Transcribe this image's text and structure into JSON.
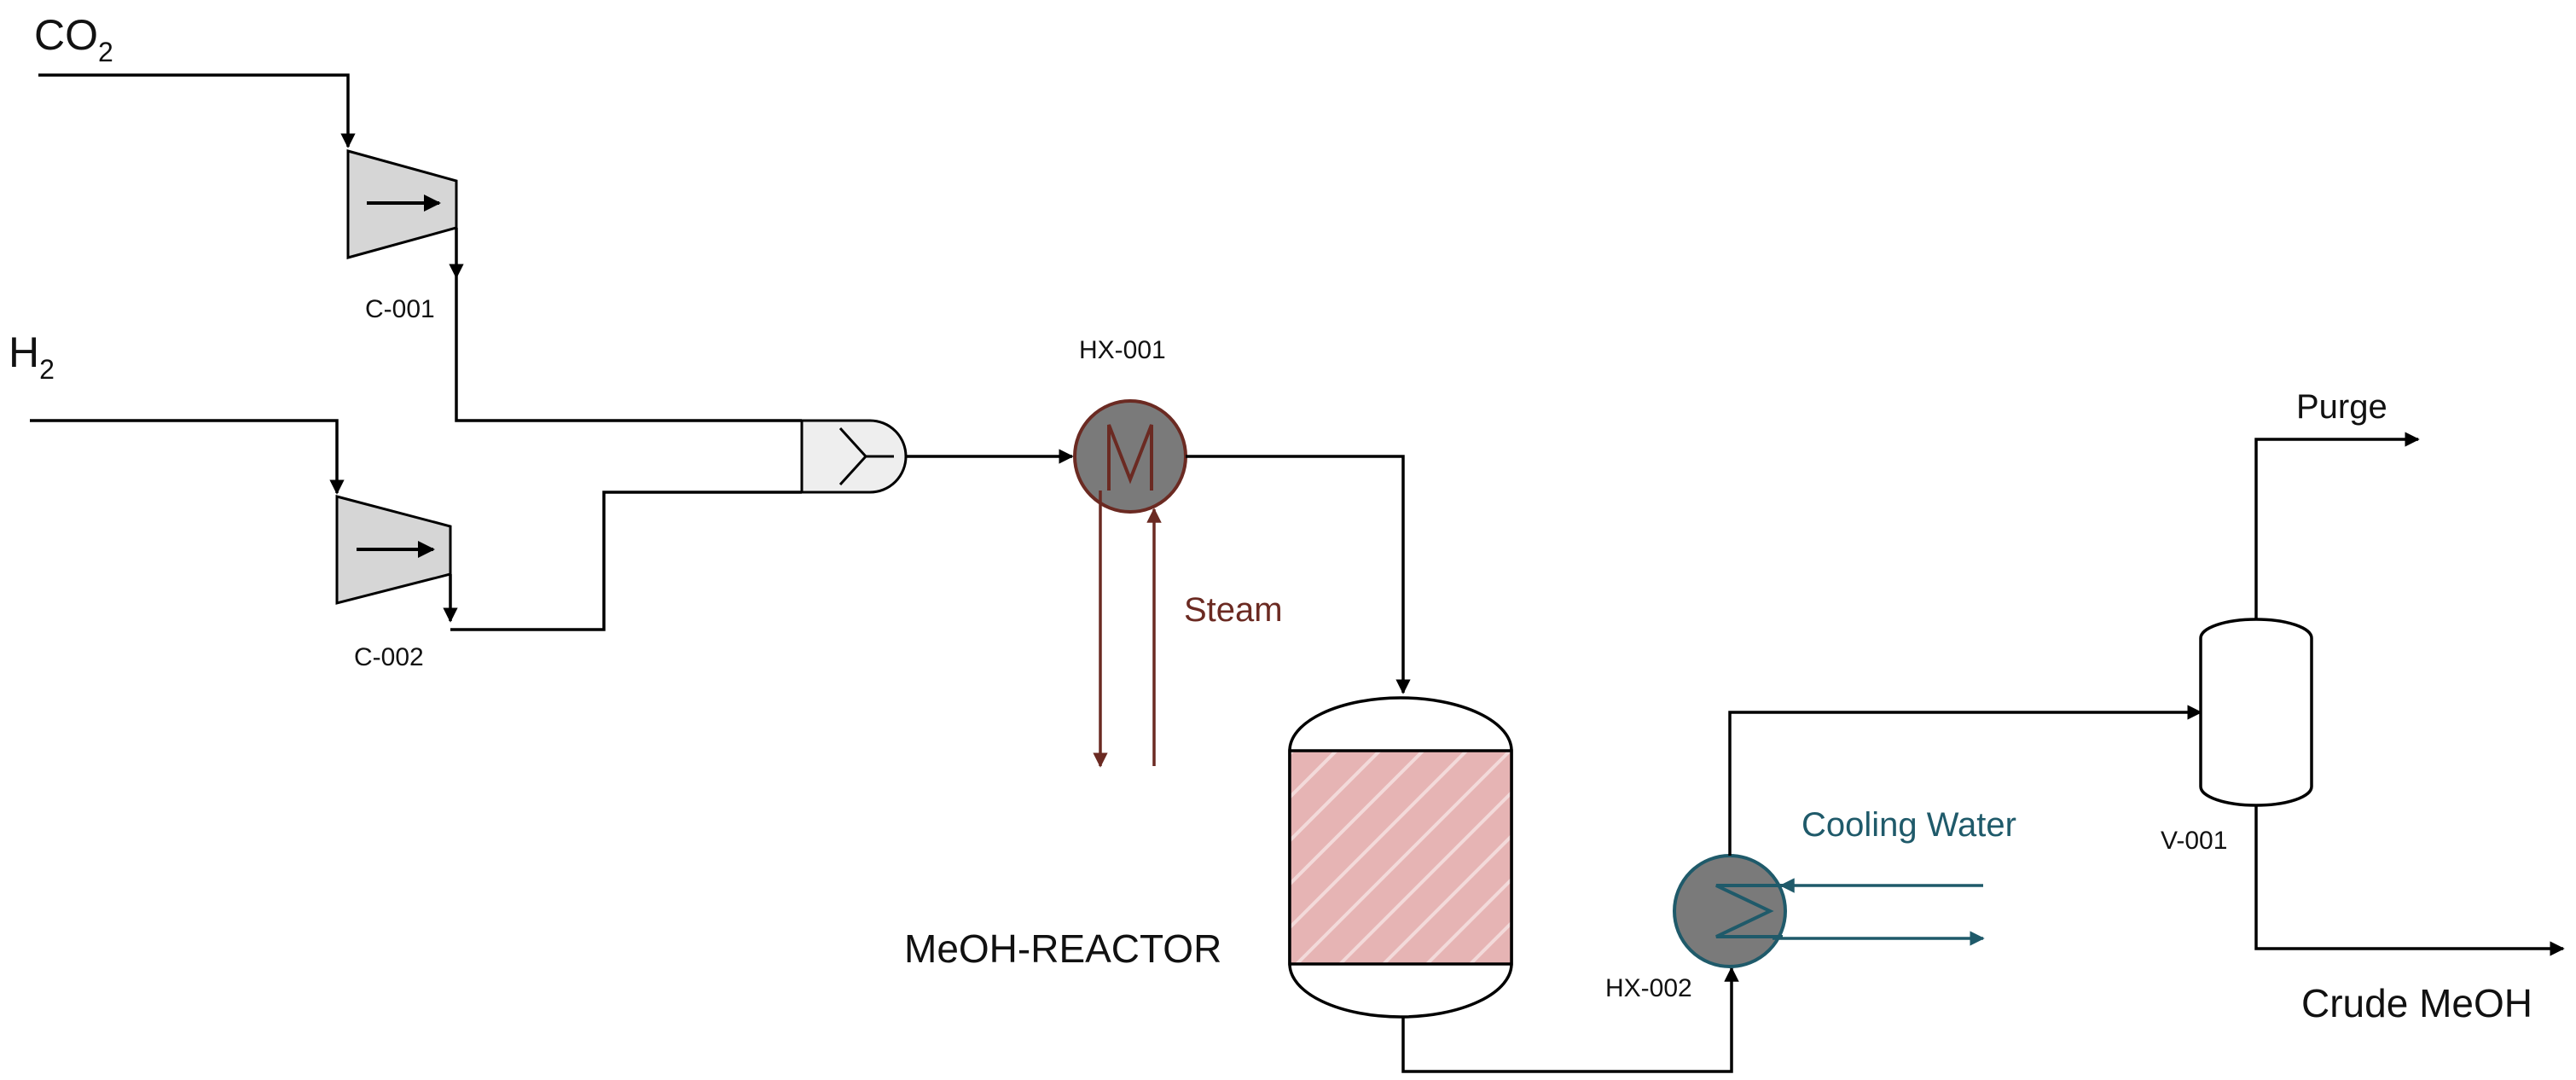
{
  "streams": {
    "co2_feed": {
      "main": "CO",
      "sub": "2"
    },
    "h2_feed": {
      "main": "H",
      "sub": "2"
    },
    "purge": "Purge",
    "crude_meoh": "Crude MeOH"
  },
  "equipment": {
    "c001": "C-001",
    "c002": "C-002",
    "hx001": "HX-001",
    "hx002": "HX-002",
    "reactor": "MeOH-REACTOR",
    "v001": "V-001"
  },
  "utilities": {
    "steam": "Steam",
    "cooling_water": "Cooling Water"
  },
  "colors": {
    "process_line": "#000000",
    "steam": "#6b2a22",
    "cooling_water": "#1f5a6a",
    "heat_exchanger_fill": "#7a7a7a",
    "compressor_fill": "#d6d6d6",
    "reactor_catalyst_fill": "#e6b4b4"
  }
}
